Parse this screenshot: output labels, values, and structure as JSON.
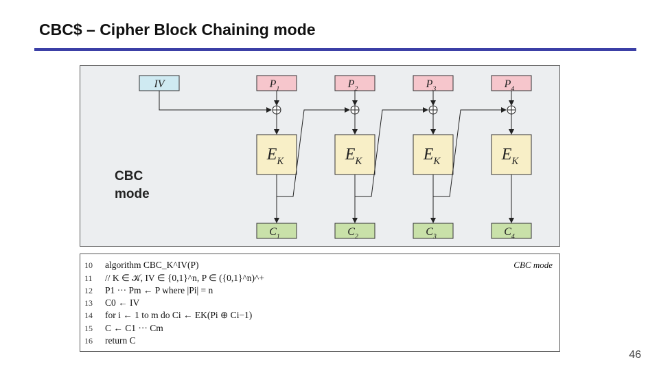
{
  "slide": {
    "title": "CBC$ – Cipher Block Chaining mode",
    "page_number": "46"
  },
  "diagram": {
    "iv_label": "IV",
    "plaintexts": [
      "P1",
      "P2",
      "P3",
      "P4"
    ],
    "cipher_blocks": [
      "EK",
      "EK",
      "EK",
      "EK"
    ],
    "ciphertexts": [
      "C1",
      "C2",
      "C3",
      "C4"
    ],
    "mode_label_line1": "CBC",
    "mode_label_line2": "mode",
    "colors": {
      "iv_fill": "#cfeaf2",
      "plaintext_fill": "#f6c6cc",
      "cipher_fill": "#f8efc7",
      "ciphertext_fill": "#c9e1a9",
      "panel_bg": "#eceef0"
    }
  },
  "algorithm": {
    "mode_tag": "CBC mode",
    "lines": [
      {
        "num": "10",
        "text": "algorithm CBC_K^IV(P)"
      },
      {
        "num": "11",
        "text": "// K ∈ 𝒦, IV ∈ {0,1}^n, P ∈ ({0,1}^n)^+"
      },
      {
        "num": "12",
        "text": "P1 ··· Pm ← P where |Pi| = n"
      },
      {
        "num": "13",
        "text": "C0 ← IV"
      },
      {
        "num": "14",
        "text": "for i ← 1 to m do Ci ← EK(Pi ⊕ Ci−1)"
      },
      {
        "num": "15",
        "text": "C ← C1 ··· Cm"
      },
      {
        "num": "16",
        "text": "return C"
      }
    ]
  }
}
